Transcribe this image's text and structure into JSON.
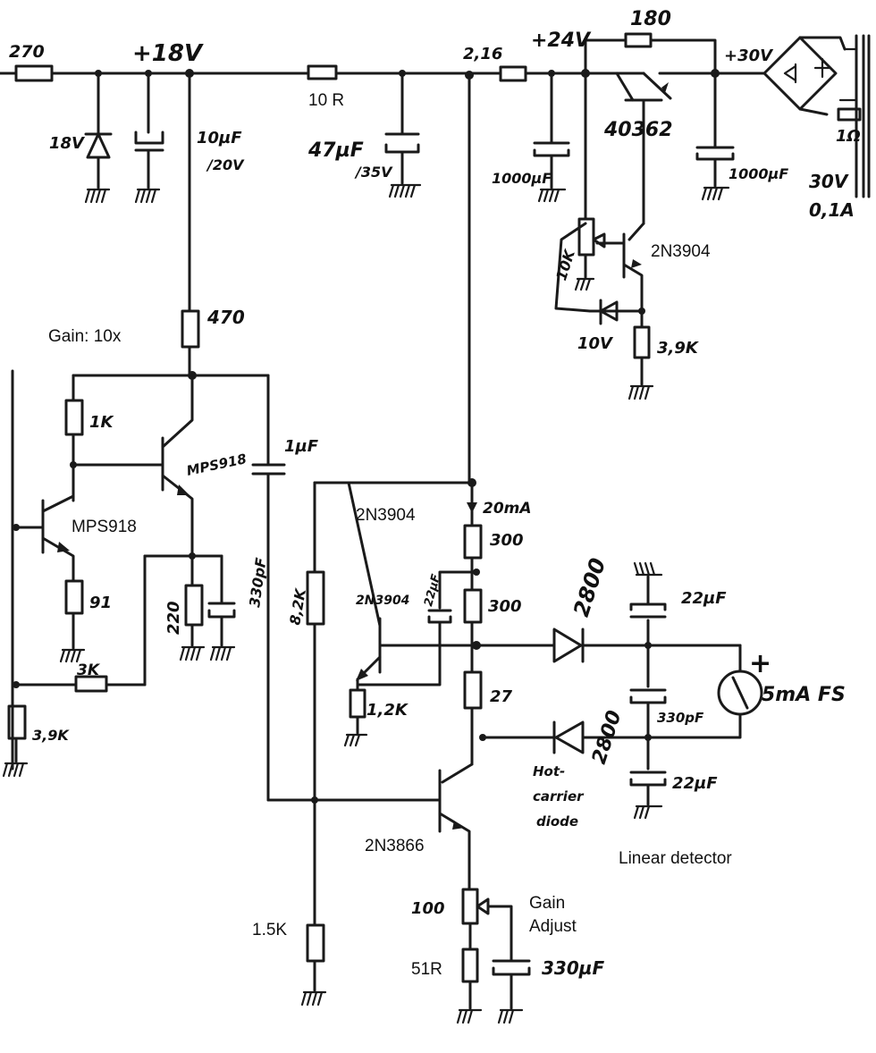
{
  "labels": {
    "r270": "270",
    "plus18v": "+18V",
    "r10": "10 R",
    "r2k16": "2,16",
    "plus24v": "+24V",
    "r180": "180",
    "plus30v": "+30V",
    "v18": "18V",
    "c10uf": "10µF",
    "c10uf_v": "/20V",
    "c47uf": "47µF",
    "c47uf_v": "/35V",
    "c1000a": "1000µF",
    "c1000b": "1000µF",
    "q40362": "40362",
    "r1k_fuse": "1Ω",
    "ac30v": "30V",
    "ac01a": "0,1A",
    "r10k": "10K",
    "q2n3904_top": "2N3904",
    "z10v": "10V",
    "r3k9_top": "3,9K",
    "r470": "470",
    "gain10x": "Gain: 10x",
    "r1k": "1K",
    "q_mps918_a": "MPS918",
    "c1uf": "1µF",
    "q_mps918_b": "MPS918",
    "r91": "91",
    "r220": "220",
    "c330pf_left": "330pF",
    "r3k": "3K",
    "r3k9_left": "3,9K",
    "r8k2": "8,2K",
    "q2n3904_mid": "2N3904",
    "i20ma": "20mA",
    "r300a": "300",
    "c22uf_small": "22µF",
    "q2n3904_small": "2N3904",
    "r300b": "300",
    "d2800a": "2800",
    "c22uf_a": "22µF",
    "plus_sign": "+",
    "meter": "5mA FS",
    "r1k2": "1,2K",
    "r27": "27",
    "c330pf_right": "330pF",
    "d2800b": "2800",
    "hot1": "Hot-",
    "hot2": "carrier",
    "hot3": "diode",
    "c22uf_b": "22µF",
    "q2n3866": "2N3866",
    "linear_detector": "Linear detector",
    "r100": "100",
    "gain_adj1": "Gain",
    "gain_adj2": "Adjust",
    "r1k5": "1.5K",
    "r51": "51R",
    "c330pf_bottom": "330µF"
  }
}
